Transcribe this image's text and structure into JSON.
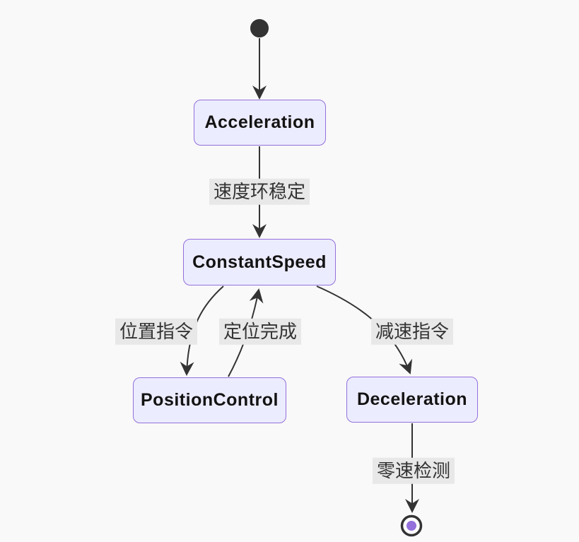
{
  "diagram": {
    "type": "state-diagram",
    "states": [
      {
        "id": "start",
        "kind": "initial",
        "label": ""
      },
      {
        "id": "Acceleration",
        "kind": "state",
        "label": "Acceleration"
      },
      {
        "id": "ConstantSpeed",
        "kind": "state",
        "label": "ConstantSpeed"
      },
      {
        "id": "PositionControl",
        "kind": "state",
        "label": "PositionControl"
      },
      {
        "id": "Deceleration",
        "kind": "state",
        "label": "Deceleration"
      },
      {
        "id": "end",
        "kind": "final",
        "label": ""
      }
    ],
    "transitions": [
      {
        "from": "start",
        "to": "Acceleration",
        "label": ""
      },
      {
        "from": "Acceleration",
        "to": "ConstantSpeed",
        "label": "速度环稳定"
      },
      {
        "from": "ConstantSpeed",
        "to": "PositionControl",
        "label": "位置指令"
      },
      {
        "from": "PositionControl",
        "to": "ConstantSpeed",
        "label": "定位完成"
      },
      {
        "from": "ConstantSpeed",
        "to": "Deceleration",
        "label": "减速指令"
      },
      {
        "from": "Deceleration",
        "to": "end",
        "label": "零速检测"
      }
    ],
    "colors": {
      "bg": "#f9f9f9",
      "state_fill": "#ececff",
      "state_border": "#9370db",
      "state_text": "#131313",
      "edge_label_bg": "#e8e8e8",
      "edge_label_text": "#333333",
      "arrow": "#333333",
      "accent": "#9370db"
    }
  }
}
